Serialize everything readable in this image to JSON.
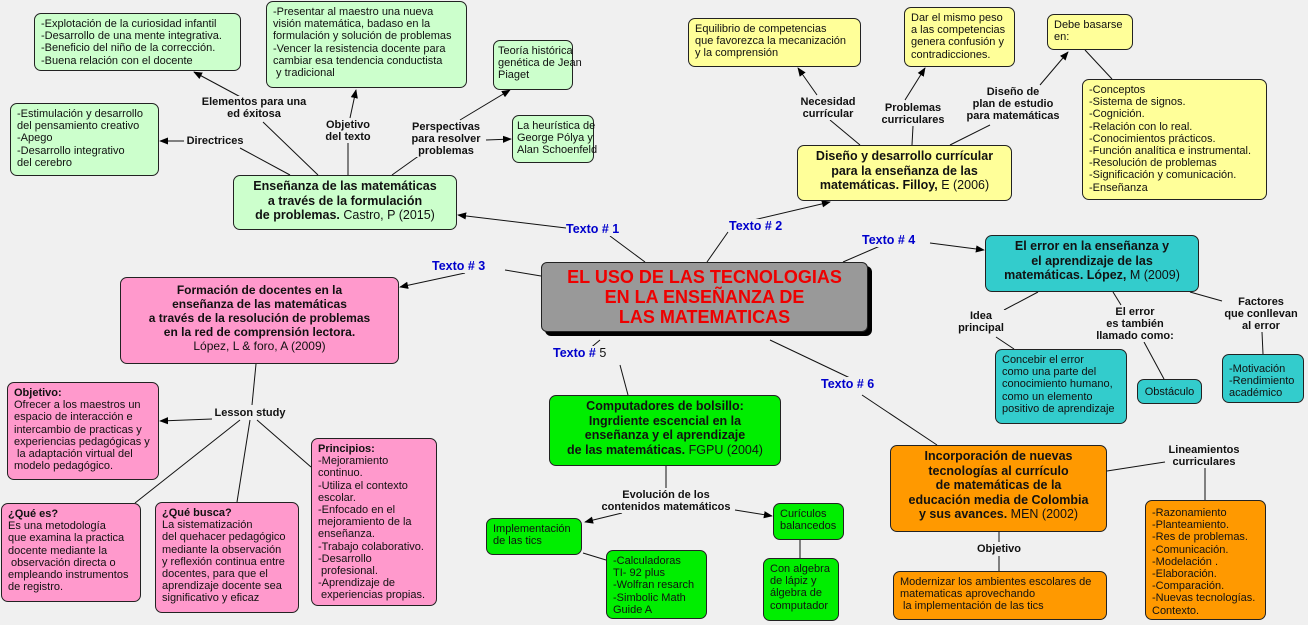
{
  "center": {
    "title": "EL USO DE LAS TECNOLOGIAS\nEN LA ENSEÑANZA DE\nLAS MATEMATICAS"
  },
  "links": {
    "t1": "Texto # 1",
    "t2": "Texto # 2",
    "t3": "Texto # 3",
    "t4": "Texto # 4",
    "t5": "Texto #",
    "t5n": " 5",
    "t6": "Texto # 6"
  },
  "texto1": {
    "title": "Enseñanza de las matemáticas\na través de la formulación\nde problemas.",
    "author": " Castro, P (2015)",
    "labels": {
      "elementos": "Elementos para una\ned éxitosa",
      "directrices": "Directrices",
      "objetivo": "Objetivo\ndel texto",
      "perspectivas": "Perspectivas\npara resolver\nproblemas"
    },
    "elementos": "-Explotación de la curiosidad infantil\n-Desarrollo de una mente integrativa.\n-Beneficio del niño de la corrección.\n-Buena relación con el docente",
    "objetivo": "-Presentar al maestro una nueva\nvisión matemática, badaso en la\nformulación y solución de problemas\n-Vencer la resistencia docente para\ncambiar esa tendencia conductista\n y tradicional",
    "piaget": "Teoría histórica\ngenética de Jean\nPiaget",
    "directrices": "-Estimulación y desarrollo\ndel pensamiento creativo\n-Apego\n-Desarrollo integrativo\ndel cerebro",
    "polya": "La heurística de\nGeorge Pólya y\nAlan Schoenfeld"
  },
  "texto2": {
    "title": "Diseño y desarrollo currícular\npara la enseñanza de las\nmatemáticas. Filloy,",
    "author": " E (2006)",
    "labels": {
      "necesidad": "Necesidad\ncurrícular",
      "problemas": "Problemas\ncurriculares",
      "diseno": "Diseño de\nplan de estudio\npara matemáticas"
    },
    "equilibrio": "Equilibrio de competencias\nque favorezca la mecanización\ny la comprensión",
    "peso": "Dar el mismo peso\na las competencias\ngenera confusión y\ncontradicciones.",
    "basarse": "Debe basarse\nen:",
    "lista": "-Conceptos\n-Sistema de signos.\n-Cognición.\n-Relación con lo real.\n-Conocimientos prácticos.\n-Función analítica e instrumental.\n-Resolución de problemas\n-Significación y comunicación.\n-Enseñanza"
  },
  "texto3": {
    "title": "Formación de docentes en la\nenseñanza de las matemáticas\na través de la resolución de problemas\nen la red de comprensión lectora.",
    "author": "López, L & foro, A (2009)",
    "labels": {
      "lesson": "Lesson study"
    },
    "objetivo_h": "Objetivo:",
    "objetivo": "Ofrecer a los maestros un\nespacio de interacción e\nintercambio de practicas y\nexperiencias pedagógicas y\n la adaptación virtual del\nmodelo pedagógico.",
    "quees_h": "¿Qué es?",
    "quees": "Es una metodología\nque examina la practica\ndocente mediante la\n observación directa o\nempleando instrumentos\nde registro.",
    "busca_h": "¿Qué busca?",
    "busca": "La sistematización\ndel quehacer pedagógico\nmediante la observación\ny reflexión continua entre\ndocentes, para que el\naprendizaje docente sea\nsignificativo y eficaz",
    "principios_h": "Principios:",
    "principios": "-Mejoramiento\ncontinuo.\n-Utiliza el contexto\nescolar.\n-Enfocado en el\nmejoramiento de la\nenseñanza.\n-Trabajo colaborativo.\n-Desarrollo\n profesional.\n-Aprendizaje de\n experiencias propias."
  },
  "texto4": {
    "title": "El error en la enseñanza y\nel aprendizaje de las\nmatemáticas. López,",
    "author": " M (2009)",
    "labels": {
      "idea": "Idea\nprincipal",
      "llamado": "El error\nes también\nllamado como:",
      "factores": "Factores\nque conllevan\nal error"
    },
    "idea": "Concebir el error\ncomo una parte del\nconocimiento humano,\ncomo un elemento\npositivo de aprendizaje",
    "obstaculo": "Obstáculo",
    "factores": "-Motivación\n-Rendimiento\nacadémico"
  },
  "texto5": {
    "title": "Computadores de bolsillo:\nIngrdiente escencial en la\nenseñanza y el aprendizaje\nde las matemáticas.",
    "author": " FGPU (2004)",
    "labels": {
      "evolucion": "Evolución de los\ncontenidos matemáticos"
    },
    "tics": "Implementación\nde las tics",
    "calculadoras": "-Calculadoras\nTI- 92 plus\n-Wolfran resarch\n-Simbolic Math\nGuide A",
    "curriculos": "Curículos\nbalancedos",
    "algebra": "Con algebra\nde lápiz y\nálgebra de\ncomputador"
  },
  "texto6": {
    "title": "Incorporación de nuevas\ntecnologías al currículo\nde matemáticas de la\neducación media de Colombia\ny sus avances.",
    "author": " MEN (2002)",
    "labels": {
      "lineamientos": "Lineamientos\ncurriculares",
      "objetivo": "Objetivo"
    },
    "objetivo": "Modernizar los ambientes escolares de\nmatematicas aprovechando\n la implementación de las tics",
    "lineamientos": "-Razonamiento\n-Planteamiento.\n-Res de problemas.\n-Comunicación.\n-Modelación .\n-Elaboración.\n-Comparación.\n-Nuevas tecnologías.\nContexto."
  }
}
